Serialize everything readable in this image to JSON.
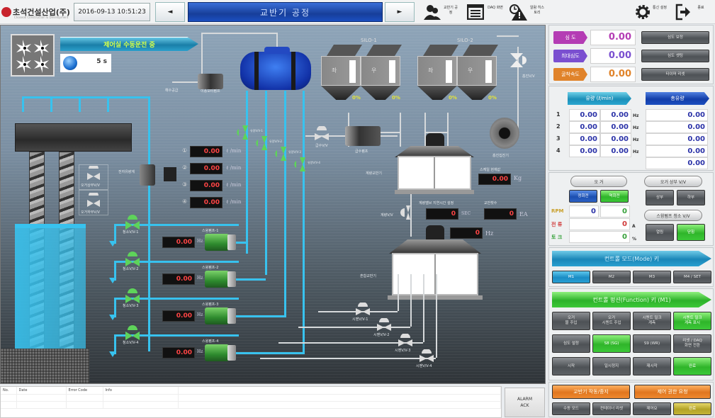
{
  "header": {
    "company": "초석건설산업(주)",
    "company_sub": "Choseok Construction & Development",
    "datetime": "2016-09-13 10:51:23",
    "prev_label": "◄",
    "next_label": "►",
    "title": "교반기 공정",
    "tools": [
      {
        "icon": "users-icon",
        "label": "교반기 공정"
      },
      {
        "icon": "list-icon",
        "label": "DAQ 화면"
      },
      {
        "icon": "alarm-history-icon",
        "label": "알람 히스토리"
      },
      {
        "icon": "gear-icon",
        "label": "통신 설정"
      },
      {
        "icon": "exit-icon",
        "label": "종료"
      }
    ]
  },
  "process": {
    "status_banner": "제어실 수동운전 중",
    "timer": "5 s",
    "feed_label": "해수공급",
    "feed_pump_label": "이송모터펌프",
    "silos": [
      {
        "name": "SILO-1",
        "left": "좌",
        "right": "우",
        "left_pct": "0%",
        "right_pct": "0%"
      },
      {
        "name": "SILO-2",
        "left": "좌",
        "right": "우",
        "left_pct": "0%",
        "right_pct": "0%"
      }
    ],
    "dust_valve_label": "흡진V/V",
    "water_valve_label": "급수V/V",
    "water_pump_label": "급수펌프",
    "dust_collector_label": "흡진집진기",
    "flow_valves": [
      "유량V/V-1",
      "유량V/V-2",
      "유량V/V-3",
      "유량V/V-4"
    ],
    "flow_readings": [
      {
        "idx": "①",
        "value": "0.00",
        "unit": "ℓ /min"
      },
      {
        "idx": "②",
        "value": "0.00",
        "unit": "ℓ /min"
      },
      {
        "idx": "③",
        "value": "0.00",
        "unit": "ℓ /min"
      },
      {
        "idx": "④",
        "value": "0.00",
        "unit": "ℓ /min"
      }
    ],
    "pressure_gauge_label": "전자유량계",
    "grout_valves": [
      "오거상부V/V",
      "오거하부V/V"
    ],
    "clean_valves": [
      "청소V/V-1",
      "청소V/V-2",
      "청소V/V-3",
      "청소V/V-4"
    ],
    "pumps": [
      {
        "label": "스윙펌프-1",
        "value": "0.00",
        "unit": "Hz"
      },
      {
        "label": "스윙펌프-2",
        "value": "0.00",
        "unit": "Hz"
      },
      {
        "label": "스윙펌프-3",
        "value": "0.00",
        "unit": "Hz"
      },
      {
        "label": "스윙펌프-4",
        "value": "0.00",
        "unit": "Hz"
      }
    ],
    "weigh_mixer_label": "계량교반기",
    "scale_label": "스케일 현재값",
    "scale_value": "0.00",
    "scale_unit": "Kg",
    "weigh_valve_label": "계량V/V",
    "discharge_time_label": "계량밸브 지연시간 설정",
    "discharge_time_value": "0",
    "discharge_time_unit": "SEC",
    "mix_count_label": "교반횟수",
    "mix_count_value": "0",
    "mix_count_unit": "EA",
    "mixer_hz_value": "0",
    "mixer_hz_unit": "Hz",
    "mix_tank_label": "혼합교반기",
    "supply_valves": [
      "시멘V/V-1",
      "시멘V/V-2",
      "시멘V/V-3",
      "시멘V/V-4"
    ]
  },
  "right_panel": {
    "metrics": [
      {
        "label": "심  도",
        "value": "0.00",
        "color": "#b43cb4",
        "action": "심도 보정"
      },
      {
        "label": "최대심도",
        "value": "0.00",
        "color": "#7a4fd0",
        "action": "심도 셋팅"
      },
      {
        "label": "굴착속도",
        "value": "0.00",
        "color": "#e0832a",
        "action": "타이머 리셋"
      }
    ],
    "flow_header": "유량 (ℓ/min)",
    "total_header": "총유량",
    "flow_rows": [
      {
        "no": "1",
        "a": "0.00",
        "b": "0.00",
        "unit": "Hz",
        "total": "0.00"
      },
      {
        "no": "2",
        "a": "0.00",
        "b": "0.00",
        "unit": "Hz",
        "total": "0.00"
      },
      {
        "no": "3",
        "a": "0.00",
        "b": "0.00",
        "unit": "Hz",
        "total": "0.00"
      },
      {
        "no": "4",
        "a": "0.00",
        "b": "0.00",
        "unit": "Hz",
        "total": "0.00"
      }
    ],
    "total_sum": "0.00",
    "auger": {
      "title": "오  거",
      "forward": "정회전",
      "reverse": "역회전",
      "rpm_label": "RPM",
      "rpm_a": "0",
      "rpm_b": "0",
      "current_label": "전 류",
      "current_value": "0",
      "current_unit": "A",
      "torque_label": "토 크",
      "torque_value": "0",
      "torque_unit": "%"
    },
    "auger_valve": {
      "title": "오거 상부 V/V",
      "open": "상부",
      "close": "하부"
    },
    "clean_valve": {
      "title": "스윙펌프 청소 V/V",
      "open": "열림",
      "close": "닫힘"
    },
    "mode_banner": "컨트롤 모드(Mode) 키",
    "modes": [
      "M1",
      "M2",
      "M3",
      "M4 / SET"
    ],
    "function_banner": "컨트롤 펑션(Function) 키 (M1)",
    "functions": [
      [
        "오거\n물 주입",
        "오거\n시멘트 주입",
        "시멘트 밀크\n계측",
        "시멘트 밀크\n계측 표시"
      ],
      [
        "심도 설정",
        "S8 (SG)",
        "S9 (WR)",
        "리셋 / DAQ\n화면 전환"
      ],
      [
        "시작",
        "일시정지",
        "재시작",
        "완료"
      ]
    ],
    "orange_buttons": [
      "교반기 작동/중지",
      "제어 권한 요청"
    ],
    "bottom_buttons": [
      "수동 모드",
      "컨테이너 리셋",
      "제어요",
      "완료"
    ]
  },
  "alarm": {
    "columns": [
      "No.",
      "Date",
      "Error Code",
      "Info"
    ],
    "rows": [],
    "ack_label": "ALARM\nACK"
  }
}
